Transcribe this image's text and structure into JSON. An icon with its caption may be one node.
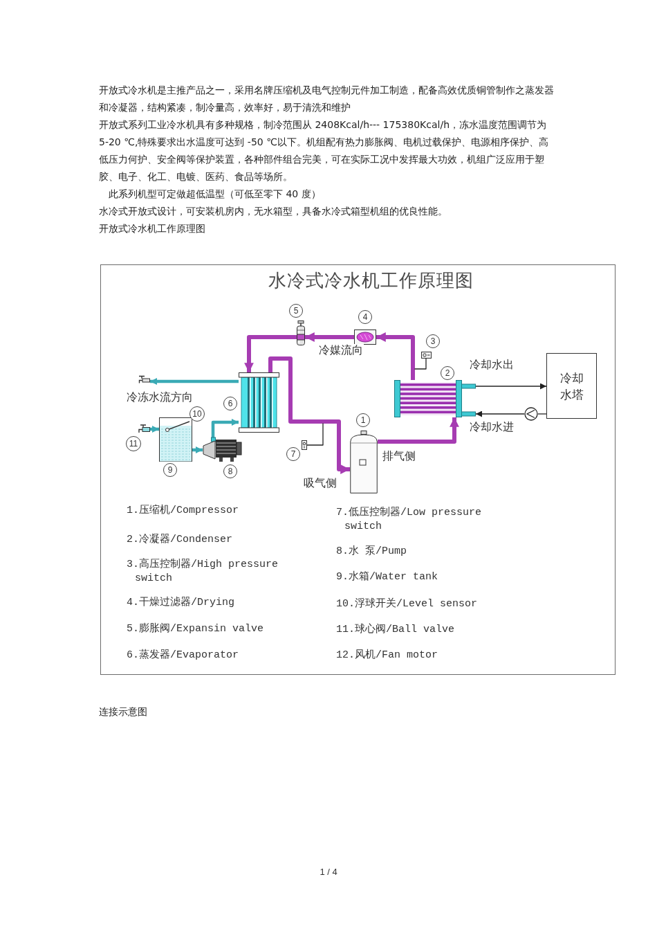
{
  "diagram": {
    "title": "水冷式冷水机工作原理图",
    "nodes": [
      {
        "text": [],
        "shape": "picture"
      },
      {
        "text": [],
        "shape": "picture"
      },
      {
        "text": [],
        "shape": "picture"
      },
      {
        "text": [
          "冷却水塔"
        ]
      },
      {
        "text": [],
        "shape": "picture"
      },
      {
        "text": [],
        "shape": "picture"
      },
      {
        "text": [],
        "shape": "picture"
      },
      {
        "text": [],
        "shape": "circle"
      },
      {
        "text": [],
        "shape": "picture"
      },
      {
        "text": [],
        "shape": "picture"
      },
      {
        "text": [],
        "shape": "picture"
      },
      {
        "text": [],
        "shape": "picture"
      },
      {
        "text": [],
        "shape": "picture"
      }
    ],
    "edges": [
      {
        "from": 10,
        "to": 6,
        "arrow": "to",
        "label": "排气侧",
        "color": "#a63cb2"
      },
      {
        "from": 6,
        "to": 1,
        "arrow": "to",
        "color": "#a63cb2"
      },
      {
        "from": 1,
        "to": 0,
        "arrow": "to",
        "label": "冷媒流向",
        "color": "#a63cb2"
      },
      {
        "from": 0,
        "to": 4,
        "arrow": "to",
        "color": "#a63cb2"
      },
      {
        "from": 4,
        "to": 10,
        "arrow": "to",
        "label": "吸气侧",
        "color": "#a63cb2"
      },
      {
        "from": 2,
        "to": null,
        "arrow": "none",
        "color": "#222222"
      },
      {
        "from": 12,
        "to": null,
        "arrow": "none",
        "color": "#222222"
      },
      {
        "from": 6,
        "to": 3,
        "arrow": "to",
        "label": "冷却水出",
        "color": "#222222"
      },
      {
        "from": 3,
        "to": 7,
        "arrow": "none",
        "color": "#222222"
      },
      {
        "from": 7,
        "to": 6,
        "arrow": "to",
        "label": "冷却水进",
        "color": "#222222"
      },
      {
        "from": 4,
        "to": 5,
        "arrow": "to",
        "label": "冷冻水流方向",
        "color": "#3aaab5"
      },
      {
        "from": 9,
        "to": 8,
        "arrow": "to",
        "color": "#3aaab5"
      },
      {
        "from": 8,
        "to": 11,
        "arrow": "to",
        "color": "#3aaab5"
      },
      {
        "from": 11,
        "to": 4,
        "arrow": "to",
        "color": "#3aaab5"
      }
    ],
    "labels": [
      "开放式冷水机是主推产品之一，采用名牌压缩机及电气控制元件加工制造，配备高效优质铜管制作之蒸发器和冷凝器，结构紧凑，制冷量高，效率好，易于清洗和维护",
      "开放式系列工业冷水机具有多种规格，制冷范围从 2408Kcal/h--- 175380Kcal/h，冻水温度范围调节为 5-20 ℃,特殊要求出水温度可达到 -50 ℃以下。机组配有热力膨胀阀、电机过载保护、电源相序保护、高低压力何护、安全阀等保护装置，各种部件组合完美，可在实际工况中发挥最大功效，机组广泛应用于塑胶、电子、化工、电镀、医药、食品等场所。",
      "此系列机型可定做超低温型（可低至零下 40 度）",
      "水冷式开放式设计，可安装机房内，无水箱型，具备水冷式箱型机组的优良性能。",
      "开放式冷水机工作原理图",
      "5",
      "4",
      "3",
      "2",
      "6",
      "10",
      "1",
      "11",
      "7",
      "9",
      "8",
      "1.压缩机/Compressor",
      "2.冷凝器/Condenser",
      "3.高压控制器/High pressure switch",
      "4.干燥过滤器/Drying",
      "5.膨胀阀/Expansin valve",
      "6.蒸发器/Evaporator",
      "7.低压控制器/Low pressure switch",
      "8.水 泵/Pump",
      "9.水箱/Water tank",
      "10.浮球开关/Level sensor",
      "11.球心阀/Ball valve",
      "12.风机/Fan motor",
      "连接示意图",
      "1 / 4"
    ]
  }
}
